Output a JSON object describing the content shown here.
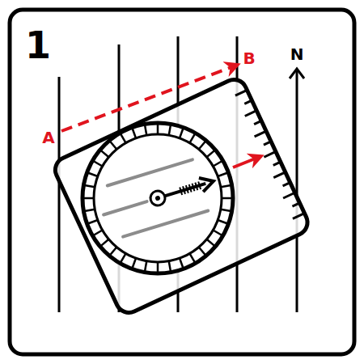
{
  "diagram": {
    "labels": [
      "1",
      "A",
      "B",
      "N"
    ]
  }
}
